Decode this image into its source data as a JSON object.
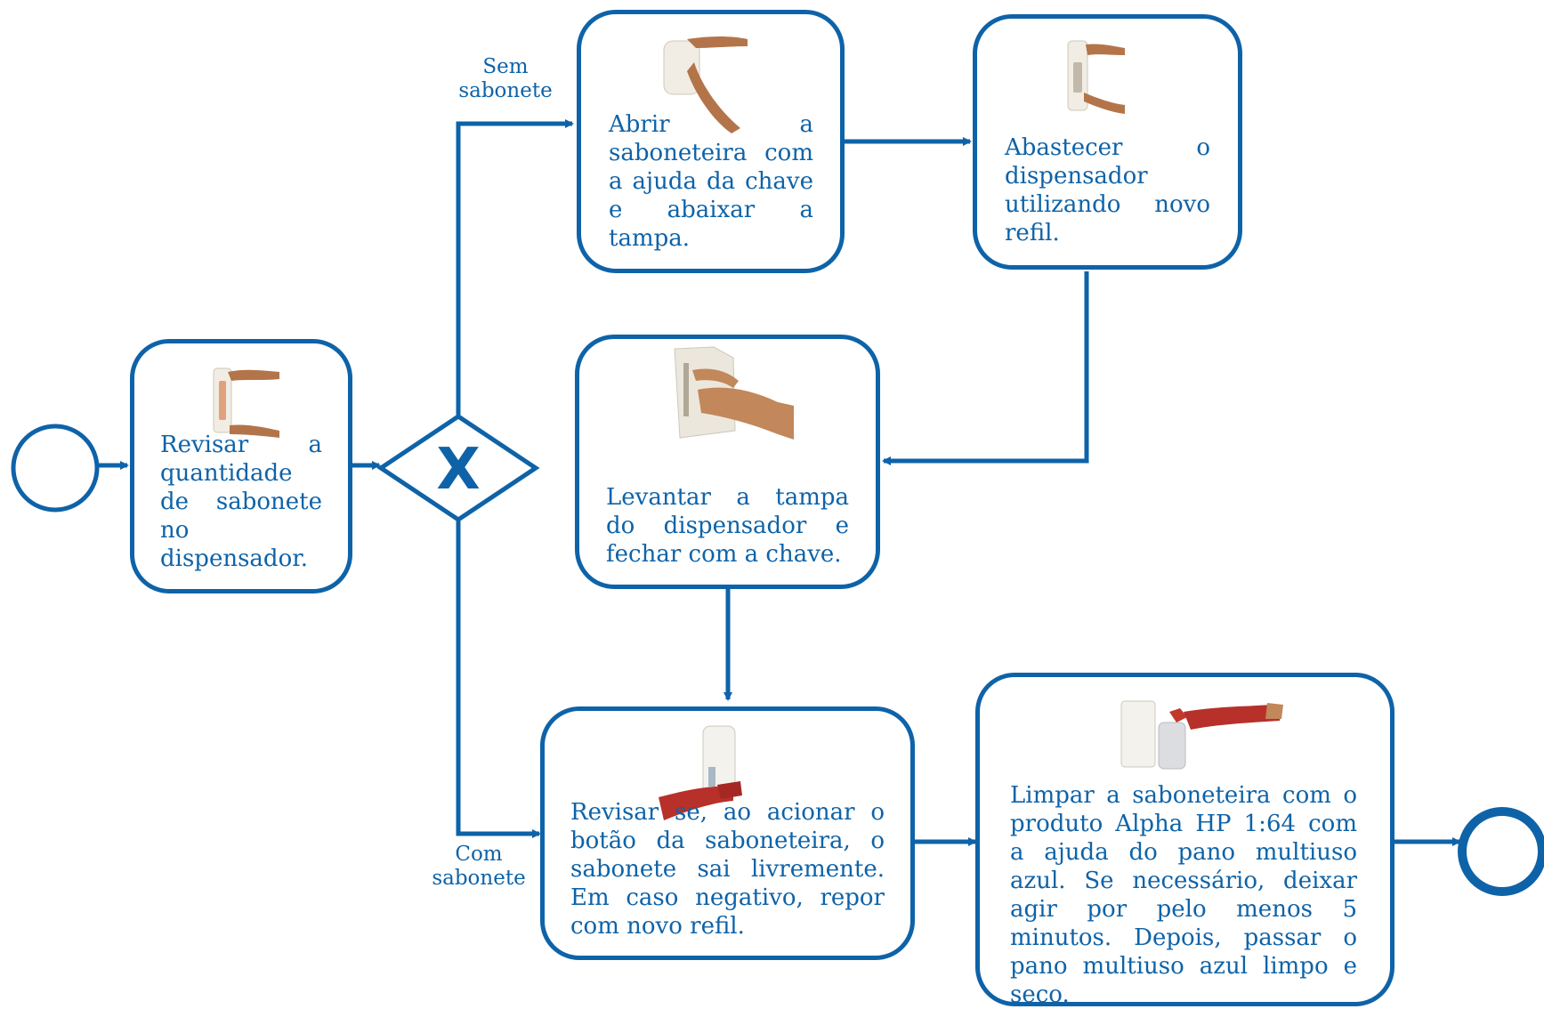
{
  "colors": {
    "flow": "#0e63a8",
    "background": "#ffffff"
  },
  "gateway": {
    "symbol": "X",
    "kind": "exclusive"
  },
  "labels": {
    "sem_sabonete": "Sem\nsabonete",
    "com_sabonete": "Com\nsabonete"
  },
  "tasks": {
    "revisar_quantidade": "Revisar a quantidade de sabonete no dispensador.",
    "abrir": "Abrir a saboneteira com a ajuda da chave e abaixar a tampa.",
    "abastecer": "Abastecer o dispensador utilizando novo refil.",
    "levantar": "Levantar a tampa do dispensador e fechar com a chave.",
    "revisar_acionar": "Revisar se, ao acionar o botão da saboneteira, o sabonete sai livremente. Em caso negativo, repor com novo refil.",
    "limpar": "Limpar a saboneteira com o produto Alpha HP 1:64 com a ajuda do pano multiuso azul. Se necessário, deixar agir por pelo menos 5 minutos. Depois, passar o pano multiuso azul limpo e seco."
  },
  "icons": {
    "start": "start-event-circle",
    "end": "end-event-circle",
    "gateway": "exclusive-gateway-diamond",
    "photos": [
      "dispenser-check-photo",
      "open-dispenser-photo",
      "refill-dispenser-photo",
      "close-dispenser-photo",
      "press-button-photo",
      "clean-dispenser-photo"
    ]
  }
}
